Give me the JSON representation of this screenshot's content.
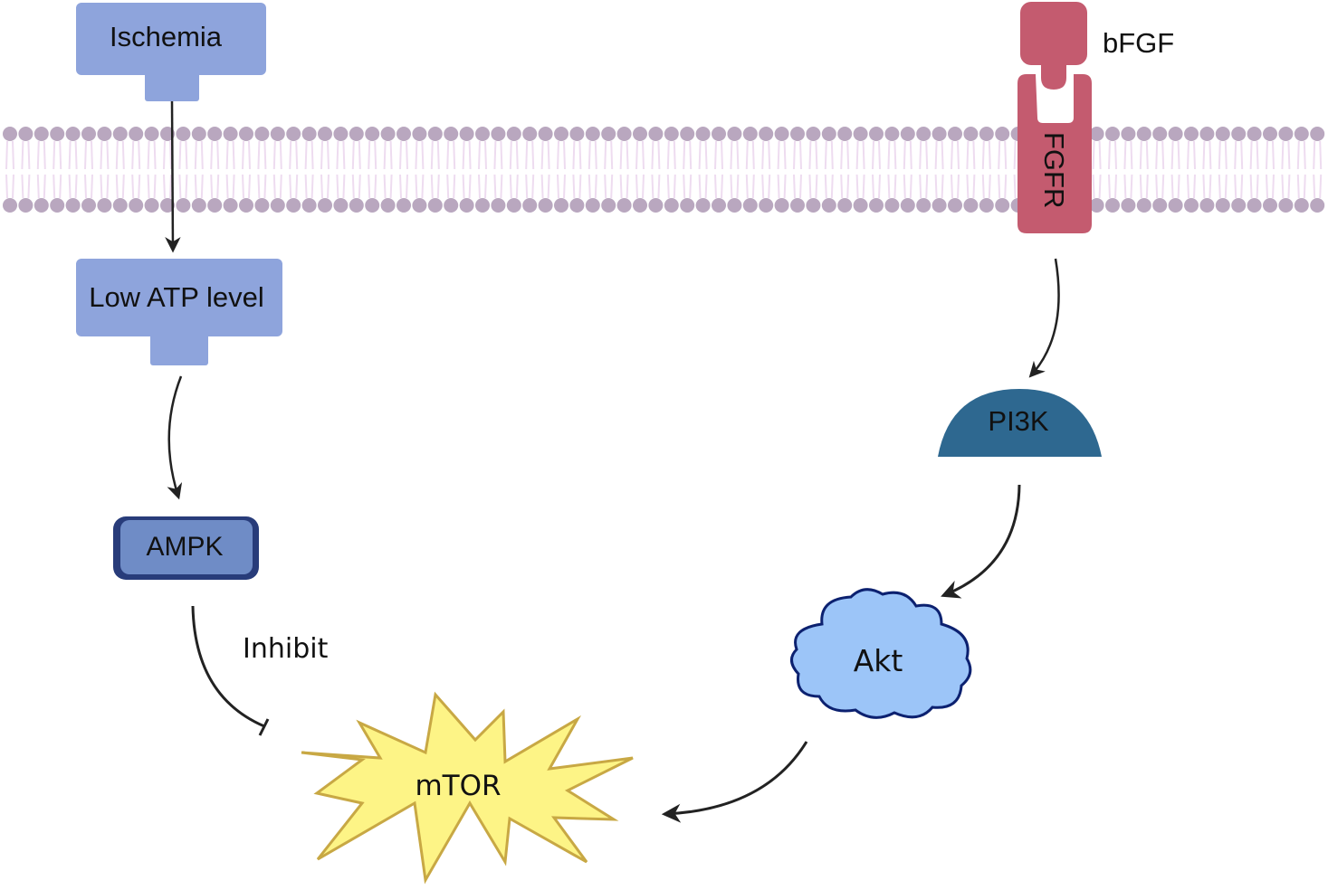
{
  "nodes": {
    "ischemia": "Ischemia",
    "low_atp": "Low ATP level",
    "ampk": "AMPK",
    "mtor": "mTOR",
    "bfgf": "bFGF",
    "fgfr": "FGFR",
    "pi3k": "PI3K",
    "akt": "Akt"
  },
  "edges": {
    "inhibit_label": "Inhibit"
  },
  "colors": {
    "membrane_head": "#b9a7bf",
    "membrane_tail": "#eedcf0",
    "receptor": "#c45b6f",
    "box_blue": "#8ea4dc",
    "ampk_fill": "#6f8cc6",
    "ampk_border": "#283c7a",
    "pi3k": "#2e6890",
    "akt_fill": "#9cc5f8",
    "akt_border": "#0c2170",
    "mtor_fill": "#fdf486",
    "mtor_border": "#c8a844",
    "arrow": "#222222"
  }
}
